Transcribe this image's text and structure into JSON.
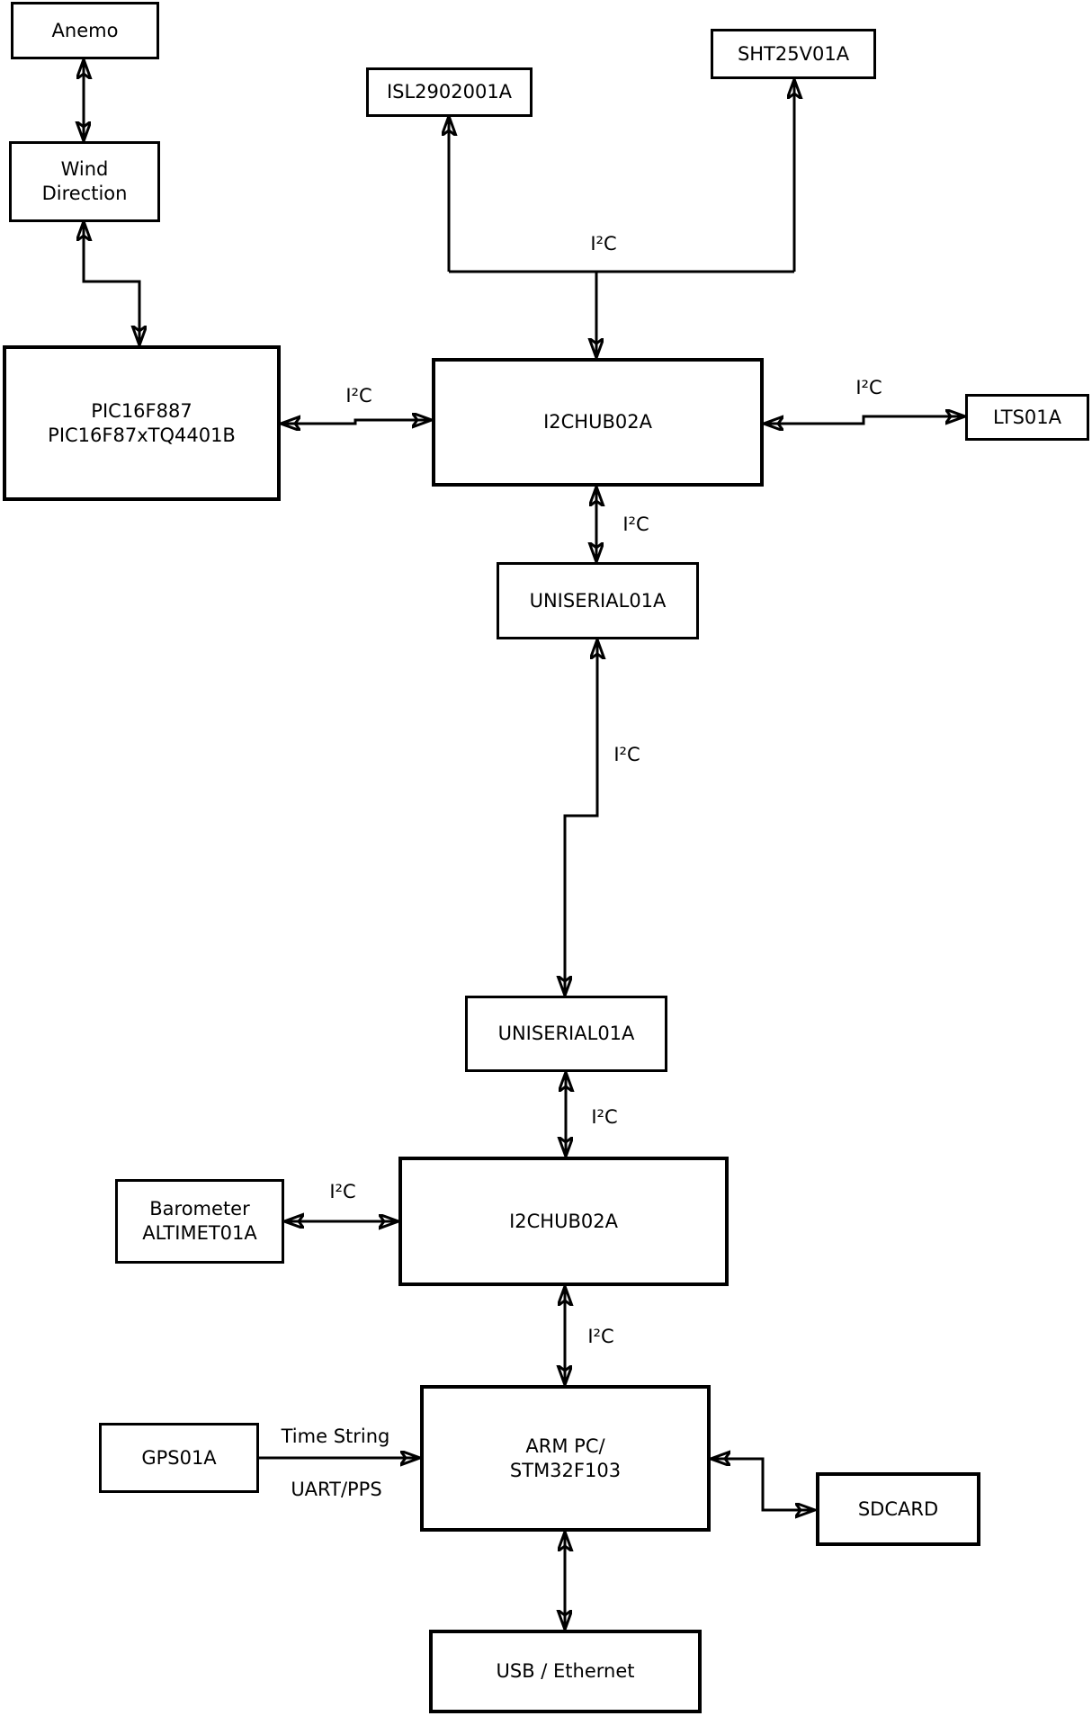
{
  "nodes": {
    "anemo": {
      "lines": [
        "Anemo"
      ]
    },
    "wind_direction": {
      "lines": [
        "Wind",
        "Direction"
      ]
    },
    "pic": {
      "lines": [
        "PIC16F887",
        "PIC16F87xTQ4401B"
      ]
    },
    "isl": {
      "lines": [
        "ISL2902001A"
      ]
    },
    "sht": {
      "lines": [
        "SHT25V01A"
      ]
    },
    "hub_top": {
      "lines": [
        "I2CHUB02A"
      ]
    },
    "lts": {
      "lines": [
        "LTS01A"
      ]
    },
    "uniserial_top": {
      "lines": [
        "UNISERIAL01A"
      ]
    },
    "uniserial_bottom": {
      "lines": [
        "UNISERIAL01A"
      ]
    },
    "hub_bottom": {
      "lines": [
        "I2CHUB02A"
      ]
    },
    "barometer": {
      "lines": [
        "Barometer",
        "ALTIMET01A"
      ]
    },
    "arm_pc": {
      "lines": [
        "ARM PC/",
        "STM32F103"
      ]
    },
    "gps": {
      "lines": [
        "GPS01A"
      ]
    },
    "sdcard": {
      "lines": [
        "SDCARD"
      ]
    },
    "usb_ethernet": {
      "lines": [
        "USB / Ethernet"
      ]
    }
  },
  "edge_labels": {
    "i2c": "I²C",
    "time_string": "Time String",
    "uart_pps": "UART/PPS"
  },
  "colors": {
    "stroke": "#000000",
    "background": "#ffffff",
    "box_fill": "#ffffff"
  }
}
